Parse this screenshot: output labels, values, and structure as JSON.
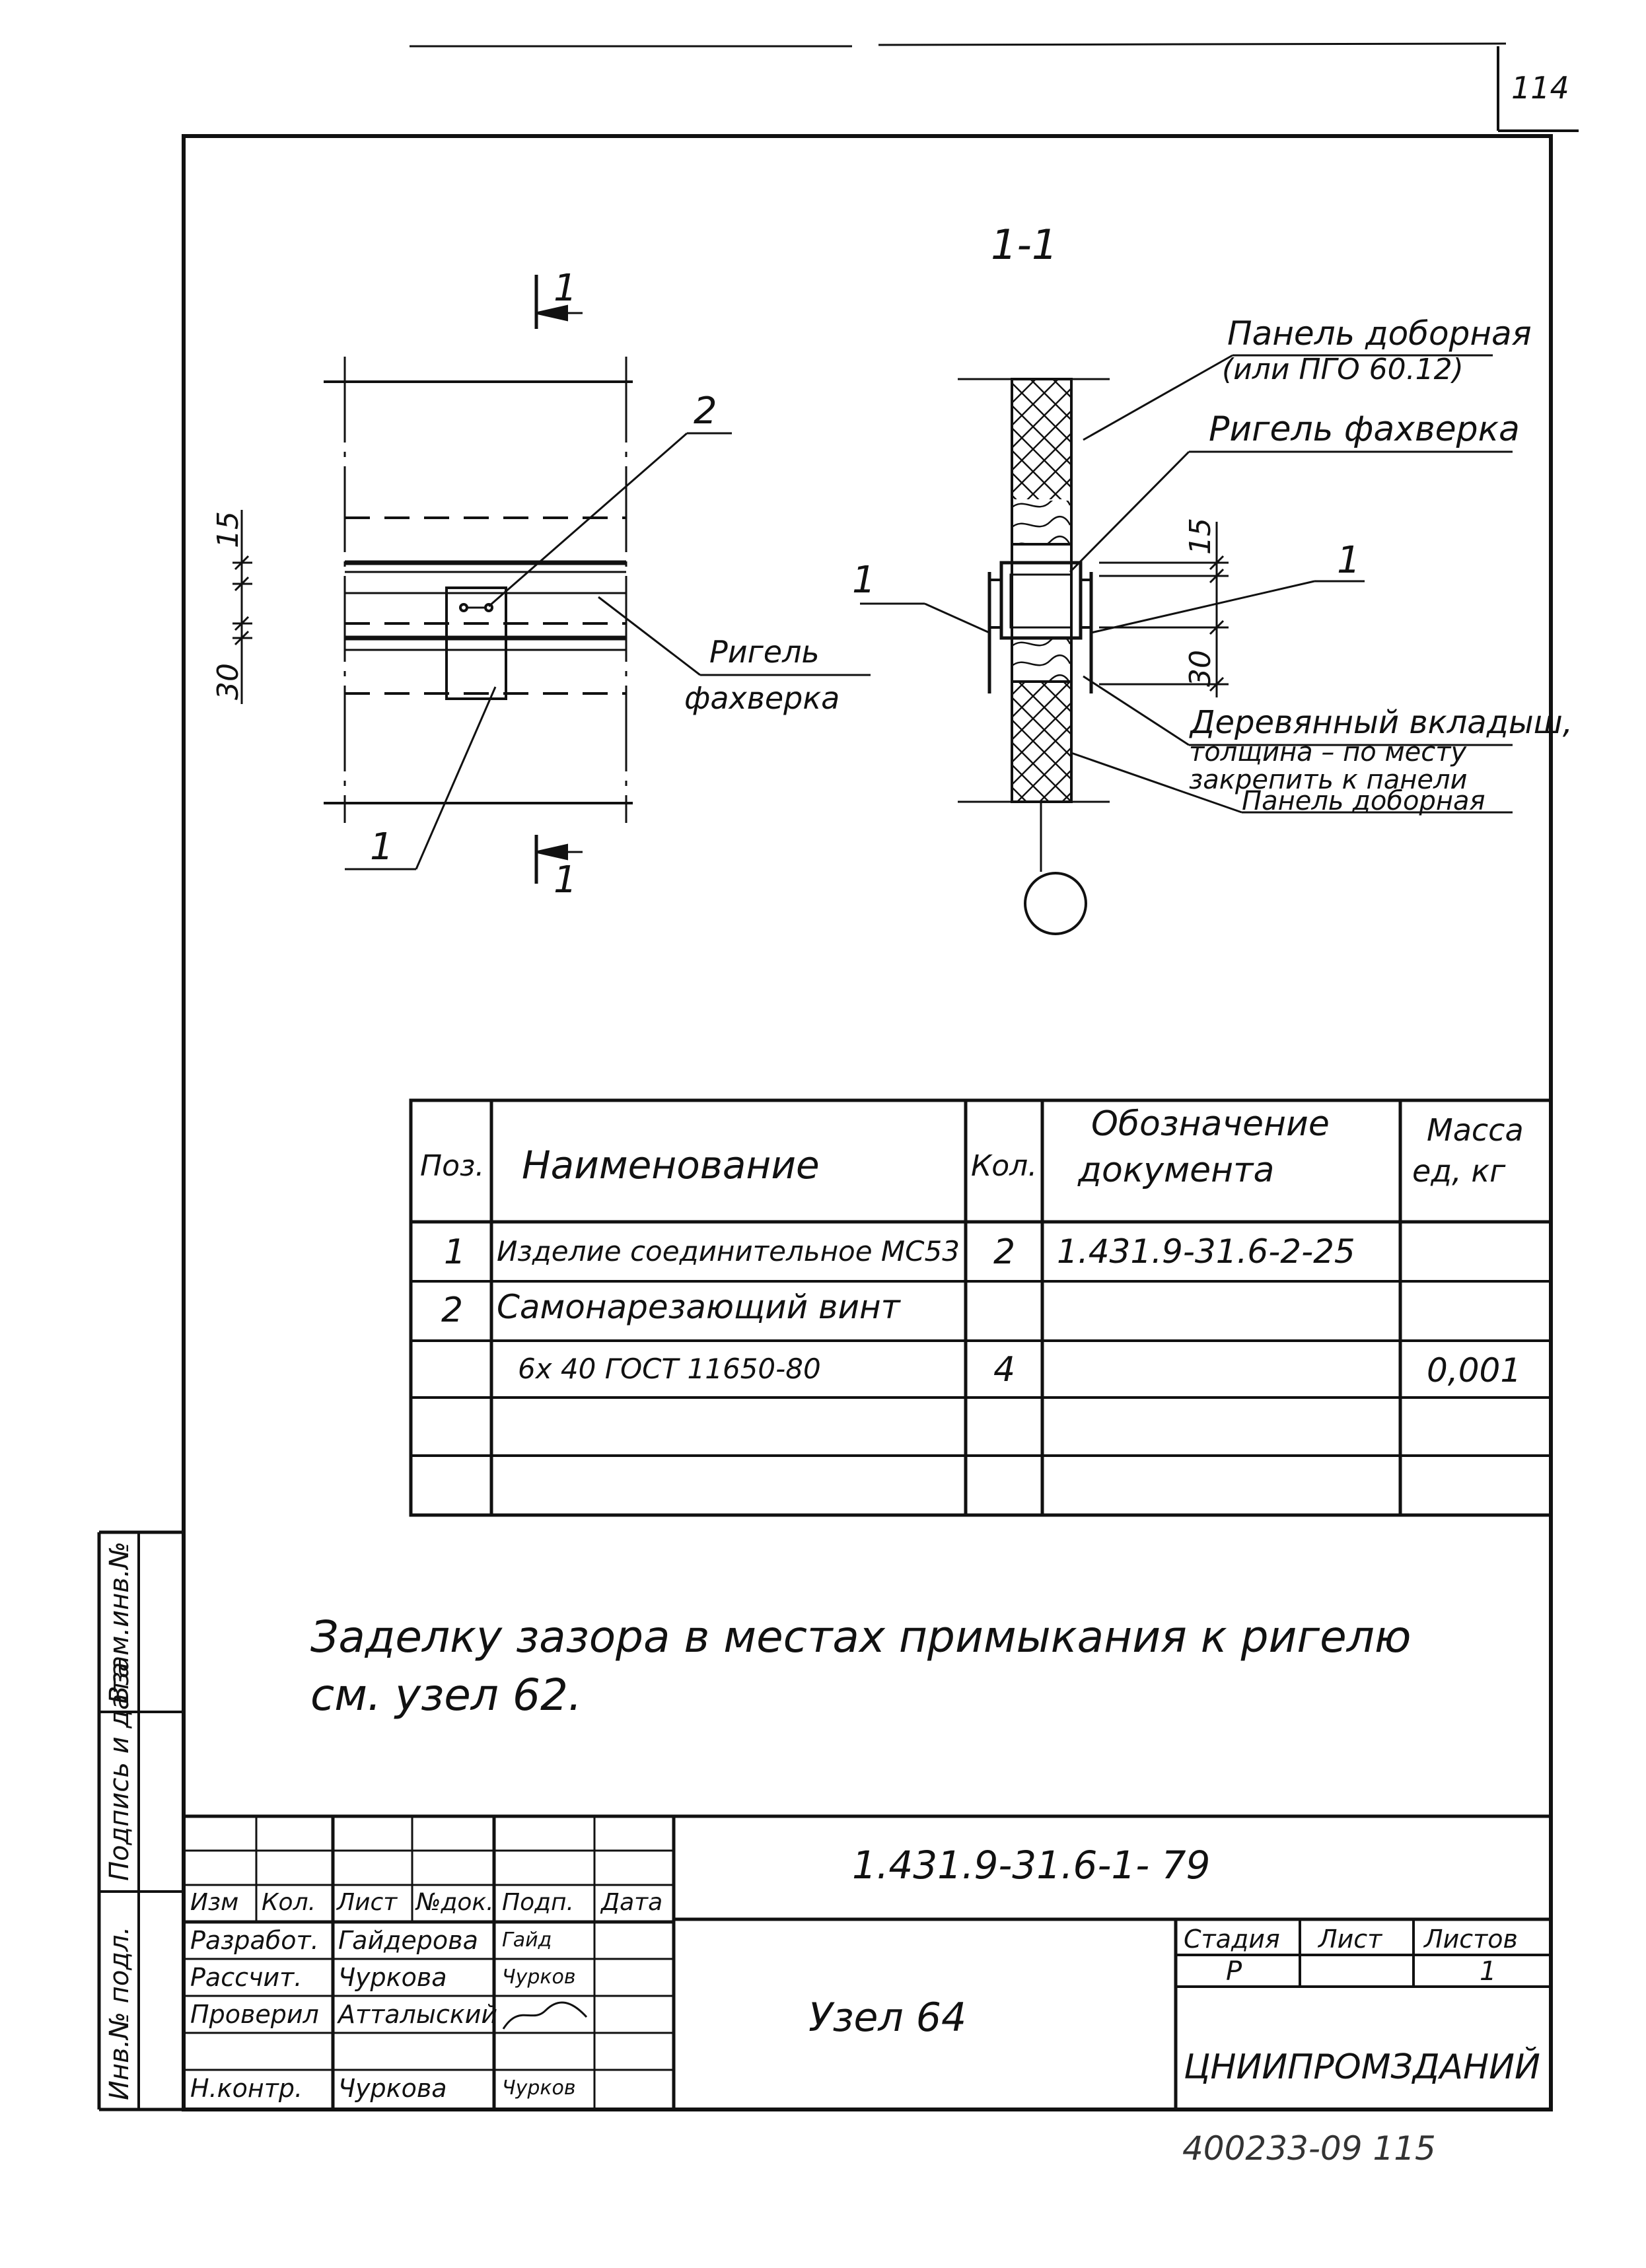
{
  "sheet_number": "114",
  "section_label": "1-1",
  "cut_marker": "1",
  "plan": {
    "callout_2": "2",
    "callout_1": "1",
    "dim_15": "15",
    "dim_30": "30",
    "beam_label_line1": "Ригель",
    "beam_label_line2": "фахверка"
  },
  "section": {
    "callout_1a": "1",
    "callout_1b": "1",
    "dim_15": "15",
    "dim_30": "30",
    "panel_label_line1": "Панель доборная",
    "panel_label_line2": "(или ПГО 60.12)",
    "beam_label": "Ригель фахверка",
    "insert_label_line1": "Деревянный вкладыш,",
    "insert_label_line2": "толщина – по месту",
    "insert_label_line3": "закрепить к панели",
    "panel_label_bottom": "Панель доборная"
  },
  "spec_table": {
    "headers": {
      "pos": "Поз.",
      "name": "Наименование",
      "qty": "Кол.",
      "doc_line1": "Обозначение",
      "doc_line2": "документа",
      "mass_line1": "Масса",
      "mass_line2": "ед, кг"
    },
    "rows": [
      {
        "pos": "1",
        "name": "Изделие соединительное МС53",
        "qty": "2",
        "doc": "1.431.9-31.6-2-25",
        "mass": ""
      },
      {
        "pos": "2",
        "name": "Самонарезающий винт",
        "qty": "",
        "doc": "",
        "mass": ""
      },
      {
        "pos": "",
        "name": "6х 40 ГОСТ 11650-80",
        "qty": "4",
        "doc": "",
        "mass": "0,001"
      },
      {
        "pos": "",
        "name": "",
        "qty": "",
        "doc": "",
        "mass": ""
      },
      {
        "pos": "",
        "name": "",
        "qty": "",
        "doc": "",
        "mass": ""
      }
    ]
  },
  "note": {
    "line1": "Заделку зазора  в местах примыкания к ригелю",
    "line2": "см. узел 62."
  },
  "side_stamp": {
    "inv_podl": "Инв.№ подл.",
    "podpis_data": "Подпись и дата",
    "vzam_inv": "Взам.инв.№"
  },
  "title_block": {
    "doc_code": "1.431.9-31.6-1- 79",
    "title": "Узел 64",
    "org": "ЦНИИПРОМЗДАНИЙ",
    "col_headers": [
      "Изм",
      "Кол.",
      "Лист",
      "№док.",
      "Подп.",
      "Дата"
    ],
    "roles": [
      {
        "role": "Разработ.",
        "name": "Гайдерова",
        "sign": "Гайд"
      },
      {
        "role": "Рассчит.",
        "name": "Чуркова",
        "sign": "Чурков"
      },
      {
        "role": "Проверил",
        "name": "Атталыский",
        "sign": ""
      },
      {
        "role": "",
        "name": "",
        "sign": ""
      },
      {
        "role": "Н.контр.",
        "name": "Чуркова",
        "sign": "Чурков"
      }
    ],
    "stage_header": "Стадия",
    "sheet_header": "Лист",
    "sheets_header": "Листов",
    "stage": "Р",
    "sheet": "",
    "sheets": "1"
  },
  "footer_code": "400233-09  115"
}
